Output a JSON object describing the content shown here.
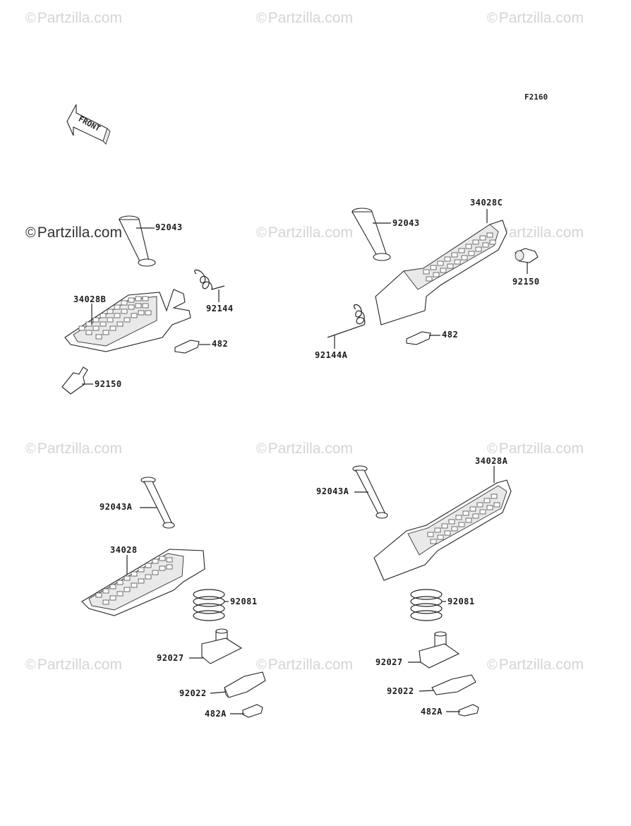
{
  "watermark": {
    "text": "Partzilla.com",
    "symbol": "©"
  },
  "figure_code": "F2160",
  "front_arrow": {
    "label": "FRONT"
  },
  "labels": {
    "tl_pin": "92043",
    "tl_spring": "92144",
    "tl_step": "34028B",
    "tl_washer": "482",
    "tl_rubber": "92150",
    "tr_pin": "92043",
    "tr_step": "34028C",
    "tr_rubber": "92150",
    "tr_spring": "92144A",
    "tr_washer": "482",
    "bl_pin": "92043A",
    "bl_step": "34028",
    "bl_spring": "92081",
    "bl_bracket": "92027",
    "bl_plate": "92022",
    "bl_washer": "482A",
    "br_pin": "92043A",
    "br_step": "34028A",
    "br_spring": "92081",
    "br_bracket": "92027",
    "br_plate": "92022",
    "br_washer": "482A"
  },
  "colors": {
    "watermark": "#d4d4d4",
    "line": "#222222"
  }
}
